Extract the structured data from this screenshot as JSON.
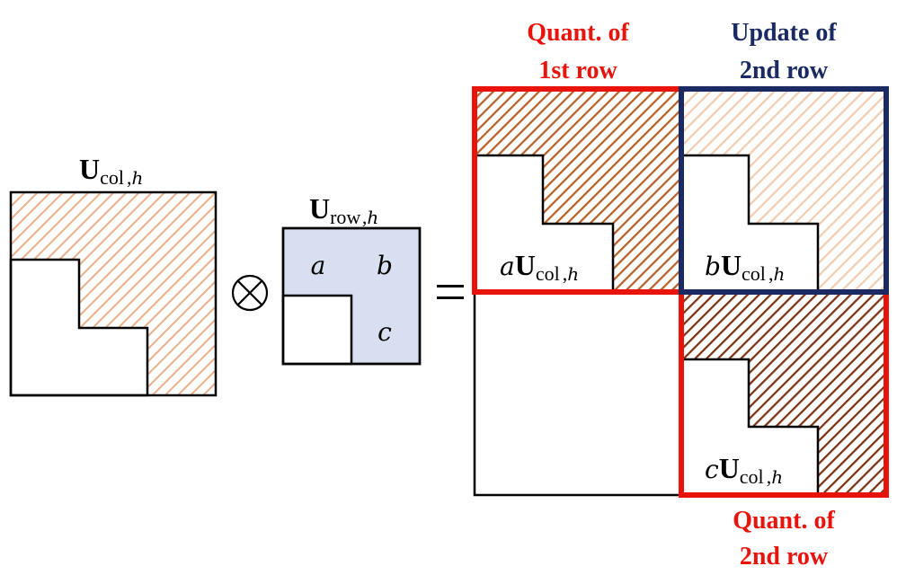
{
  "labels": {
    "quant_first": [
      "Quant. of",
      "1st row"
    ],
    "update_second": [
      "Update of",
      "2nd row"
    ],
    "quant_second": [
      "Quant. of",
      "2nd row"
    ]
  },
  "ucol_label": {
    "main": "U",
    "sub": "col",
    "sep": ",",
    "idx": "h"
  },
  "urow_label": {
    "main": "U",
    "sub": "row",
    "sep": ",",
    "idx": "h"
  },
  "urow_entries": {
    "a": "a",
    "b": "b",
    "c": "c"
  },
  "operators": {
    "kron": "⊗",
    "equals": "="
  },
  "block_labels": {
    "a": {
      "coef": "a",
      "main": "U",
      "sub": "col",
      "sep": ",",
      "idx": "h"
    },
    "b": {
      "coef": "b",
      "main": "U",
      "sub": "col",
      "sep": ",",
      "idx": "h"
    },
    "c": {
      "coef": "c",
      "main": "U",
      "sub": "col",
      "sep": ",",
      "idx": "h"
    }
  },
  "colors": {
    "red": "#e8140c",
    "navy": "#1b2a63",
    "light_hatch": "#e8a77a",
    "medium_hatch": "#b5622a",
    "dark_hatch": "#7a3412",
    "urow_fill": "#d7dff0"
  }
}
